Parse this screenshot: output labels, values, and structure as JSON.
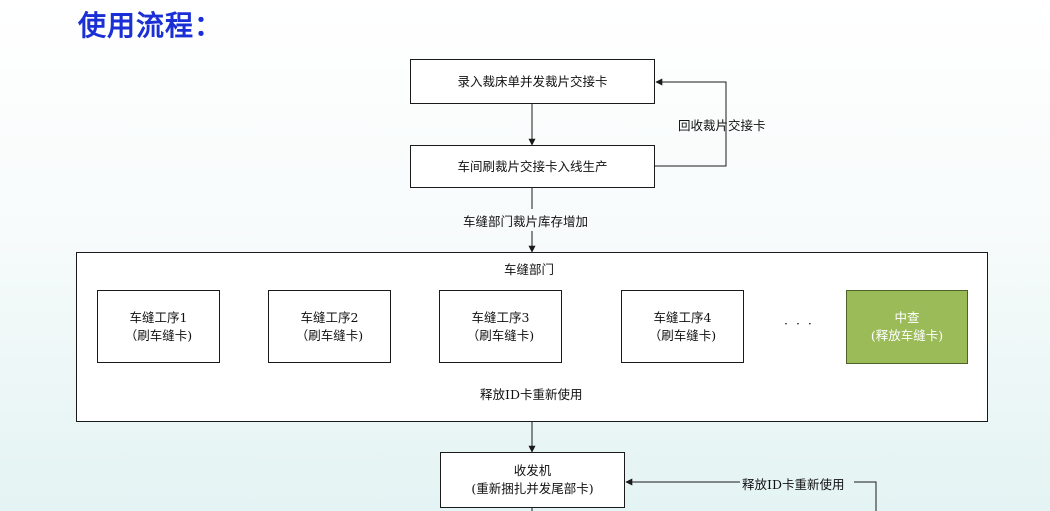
{
  "page": {
    "title": "使用流程："
  },
  "flow": {
    "box_entry": "录入裁床单并发裁片交接卡",
    "box_workshop": "车间刷裁片交接卡入线生产",
    "label_recycle": "回收裁片交接卡",
    "label_stock": "车缝部门裁片库存增加",
    "dept_title": "车缝部门",
    "steps": [
      {
        "line1": "车缝工序1",
        "line2": "（刷车缝卡)"
      },
      {
        "line1": "车缝工序2",
        "line2": "（刷车缝卡)"
      },
      {
        "line1": "车缝工序3",
        "line2": "（刷车缝卡)"
      },
      {
        "line1": "车缝工序4",
        "line2": "（刷车缝卡)"
      }
    ],
    "ellipsis": "· · ·",
    "inspection": {
      "line1": "中查",
      "line2": "(释放车缝卡)"
    },
    "label_release_loop": "释放ID卡重新使用",
    "receiver": {
      "line1": "收发机",
      "line2": "(重新捆扎并发尾部卡)"
    },
    "label_release_right": "释放ID卡重新使用"
  },
  "colors": {
    "title": "#1b2fd6",
    "inspection_fill": "#9bbb59",
    "line": "#1a1a1a"
  }
}
